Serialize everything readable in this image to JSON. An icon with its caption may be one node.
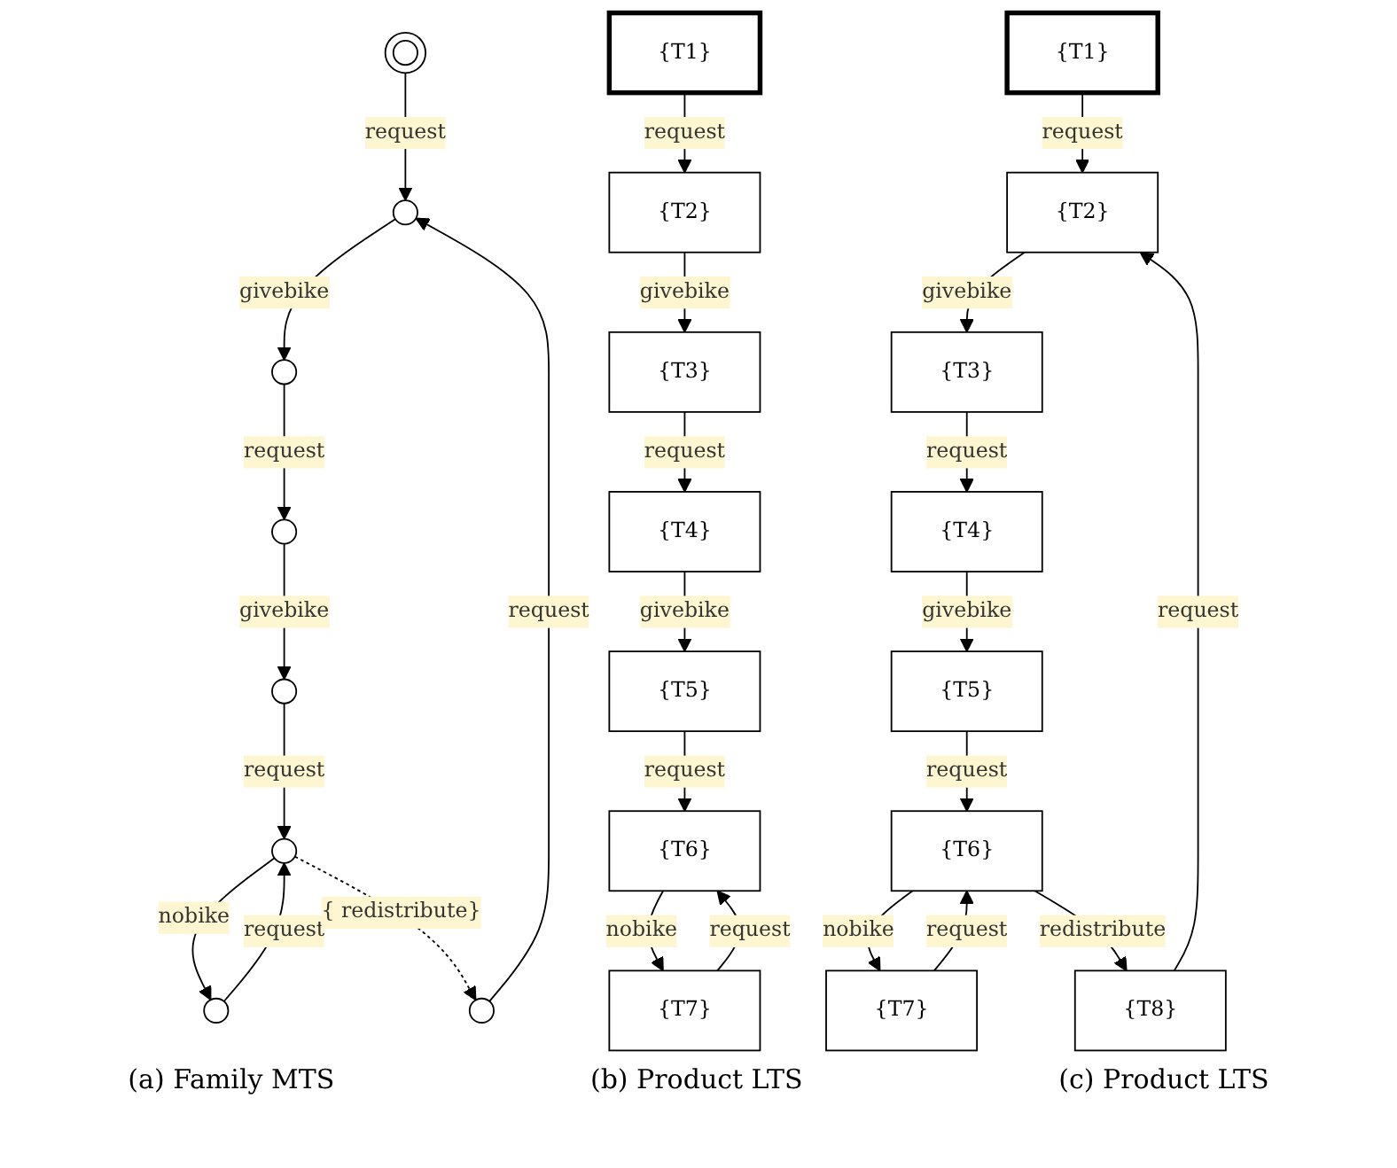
{
  "diagram": {
    "nodes": [
      {
        "text": [],
        "shape": "circle"
      },
      {
        "text": [],
        "shape": "circle"
      },
      {
        "text": [],
        "shape": "circle"
      },
      {
        "text": [],
        "shape": "circle"
      },
      {
        "text": [],
        "shape": "circle"
      },
      {
        "text": [],
        "shape": "circle"
      },
      {
        "text": [],
        "shape": "circle"
      },
      {
        "text": [],
        "shape": "circle"
      },
      {
        "text": [
          "{T1}"
        ]
      },
      {
        "text": [
          "{T2}"
        ]
      },
      {
        "text": [
          "{T3}"
        ]
      },
      {
        "text": [
          "{T4}"
        ]
      },
      {
        "text": [
          "{T5}"
        ]
      },
      {
        "text": [
          "{T6}"
        ]
      },
      {
        "text": [
          "{T7}"
        ]
      },
      {
        "text": [
          "{T1}"
        ]
      },
      {
        "text": [
          "{T2}"
        ]
      },
      {
        "text": [
          "{T3}"
        ]
      },
      {
        "text": [
          "{T4}"
        ]
      },
      {
        "text": [
          "{T5}"
        ]
      },
      {
        "text": [
          "{T6}"
        ]
      },
      {
        "text": [
          "{T7}"
        ]
      },
      {
        "text": [
          "{T8}"
        ]
      }
    ],
    "edges": [
      {
        "from": 0,
        "to": 1,
        "arrow": "to",
        "label": "request"
      },
      {
        "from": 1,
        "to": 2,
        "arrow": "to",
        "label": "givebike"
      },
      {
        "from": 2,
        "to": 3,
        "arrow": "to",
        "label": "request"
      },
      {
        "from": 3,
        "to": 4,
        "arrow": "to",
        "label": "givebike"
      },
      {
        "from": 4,
        "to": 5,
        "arrow": "to",
        "label": "request"
      },
      {
        "from": 5,
        "to": 6,
        "arrow": "to",
        "label": "nobike"
      },
      {
        "from": 6,
        "to": 5,
        "arrow": "to",
        "label": "request"
      },
      {
        "from": 5,
        "to": 7,
        "arrow": "to",
        "label": "{ redistribute}",
        "style": "dashed"
      },
      {
        "from": 7,
        "to": 1,
        "arrow": "to",
        "label": "request"
      },
      {
        "from": 8,
        "to": 9,
        "arrow": "to",
        "label": "request"
      },
      {
        "from": 9,
        "to": 10,
        "arrow": "to",
        "label": "givebike"
      },
      {
        "from": 10,
        "to": 11,
        "arrow": "to",
        "label": "request"
      },
      {
        "from": 11,
        "to": 12,
        "arrow": "to",
        "label": "givebike"
      },
      {
        "from": 12,
        "to": 13,
        "arrow": "to",
        "label": "request"
      },
      {
        "from": 13,
        "to": 14,
        "arrow": "to",
        "label": "nobike"
      },
      {
        "from": 14,
        "to": 13,
        "arrow": "to",
        "label": "request"
      },
      {
        "from": 15,
        "to": 16,
        "arrow": "to",
        "label": "request"
      },
      {
        "from": 16,
        "to": 17,
        "arrow": "to",
        "label": "givebike"
      },
      {
        "from": 17,
        "to": 18,
        "arrow": "to",
        "label": "request"
      },
      {
        "from": 18,
        "to": 19,
        "arrow": "to",
        "label": "givebike"
      },
      {
        "from": 19,
        "to": 20,
        "arrow": "to",
        "label": "request"
      },
      {
        "from": 20,
        "to": 21,
        "arrow": "to",
        "label": "nobike"
      },
      {
        "from": 21,
        "to": 20,
        "arrow": "to",
        "label": "request"
      },
      {
        "from": 20,
        "to": 22,
        "arrow": "to",
        "label": "redistribute"
      },
      {
        "from": 22,
        "to": 16,
        "arrow": "to",
        "label": "request"
      }
    ],
    "labels": [
      "(a) Family MTS",
      "(b) Product LTS",
      "(c) Product LTS"
    ]
  }
}
